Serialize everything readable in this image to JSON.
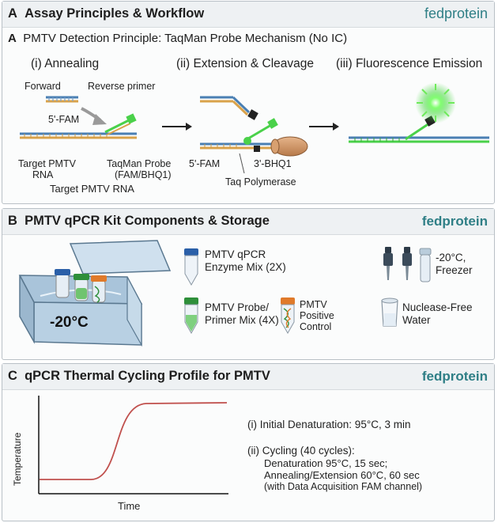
{
  "panel_a": {
    "letter": "A",
    "title": "Assay Principles & Workflow",
    "brand": "fedprotein",
    "subtitle_letter": "A",
    "subtitle": "PMTV Detection Principle: TaqMan Probe Mechanism (No IC)",
    "steps": [
      "(i) Annealing",
      "(ii) Extension & Cleavage",
      "(iii) Fluorescence Emission"
    ],
    "labels": {
      "forward": "Forward",
      "reverse_primer": "Reverse primer",
      "fam_1": "5'-FAM",
      "target_pmtv_1": "Target PMTV",
      "target_pmtv_2": "RNA",
      "probe_1": "TaqMan Probe",
      "probe_2": "(FAM/BHQ1)",
      "target_rna": "Target PMTV RNA",
      "fam_2": "5'-FAM",
      "bhq1": "3'-BHQ1",
      "taq": "Taq Polymerase"
    },
    "colors": {
      "fluor": "#4ad14a",
      "strand_orange": "#d9a24a",
      "strand_blue": "#4a7fb3",
      "quencher": "#222222"
    }
  },
  "panel_b": {
    "letter": "B",
    "title": "PMTV qPCR Kit Components & Storage",
    "brand": "fedprotein",
    "cooler_temp": "-20°C",
    "components": {
      "enzyme_1": "PMTV qPCR",
      "enzyme_2": "Enzyme Mix (2X)",
      "probe_1": "PMTV Probe/",
      "probe_2": "Primer Mix (4X)",
      "control_1": "PMTV",
      "control_2": "Positive",
      "control_3": "Control",
      "freezer_1": "-20°C,",
      "freezer_2": "Freezer",
      "water_1": "Nuclease-Free",
      "water_2": "Water"
    },
    "colors": {
      "blue_cap": "#2a5fa8",
      "green_cap": "#2e8f3a",
      "orange_cap": "#e07a2a",
      "cooler": "#b8d0e3"
    }
  },
  "panel_c": {
    "letter": "C",
    "title": "qPCR Thermal Cycling Profile for PMTV",
    "brand": "fedprotein",
    "ylabel": "Temperature",
    "xlabel": "Time",
    "steps": {
      "initial": "(i) Initial Denaturation: 95°C, 3 min",
      "cycling": "(ii) Cycling (40 cycles):",
      "denat": "Denaturation 95°C, 15 sec;",
      "anneal": "Annealing/Extension 60°C, 60 sec",
      "acq": "(with Data Acquisition FAM channel)"
    },
    "colors": {
      "curve": "#c0504d"
    }
  }
}
